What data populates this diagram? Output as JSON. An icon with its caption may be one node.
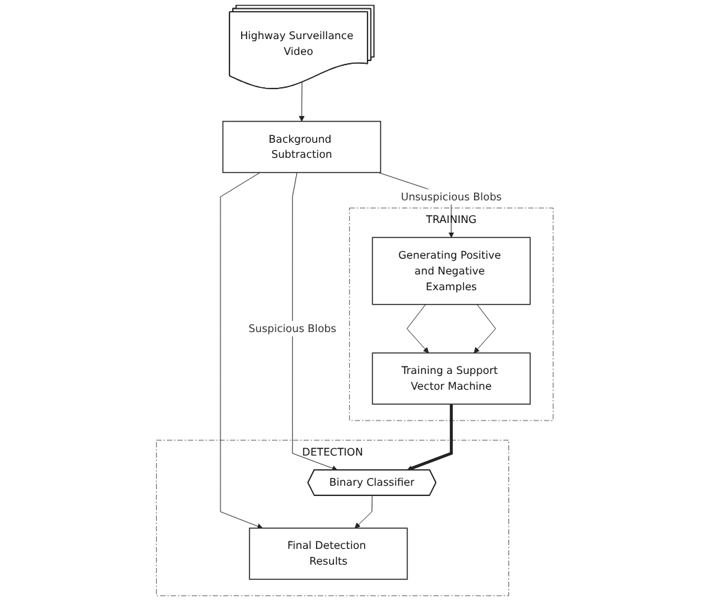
{
  "diagram": {
    "nodes": [
      {
        "text": [
          "Highway Surveillance Video"
        ]
      },
      {
        "text": [
          "TRAINING"
        ]
      },
      {
        "text": [
          "DETECTION"
        ]
      },
      {
        "text": [
          "Background Subtraction"
        ]
      },
      {
        "text": [
          "Generating Positive and Negative Examples"
        ],
        "in": 1
      },
      {
        "text": [
          "Training a Support Vector Machine"
        ],
        "in": 1
      },
      {
        "text": [
          "Binary Classifier"
        ],
        "in": 2
      },
      {
        "text": [
          "Final Detection Results"
        ],
        "in": 2
      }
    ],
    "edges": [
      {
        "from": 0,
        "to": 3,
        "arrow": "to"
      },
      {
        "from": 3,
        "to": 4,
        "arrow": "to",
        "label": "Unsuspicious Blobs"
      },
      {
        "from": 3,
        "to": 6,
        "arrow": "to",
        "label": "Suspicious Blobs"
      },
      {
        "from": 3,
        "to": 7,
        "arrow": "to"
      },
      {
        "from": 4,
        "to": 5,
        "arrow": "to"
      },
      {
        "from": 4,
        "to": 5,
        "arrow": "to"
      },
      {
        "from": 5,
        "to": 6,
        "arrow": "to",
        "style": "thick"
      },
      {
        "from": 6,
        "to": 7,
        "arrow": "to"
      }
    ]
  }
}
